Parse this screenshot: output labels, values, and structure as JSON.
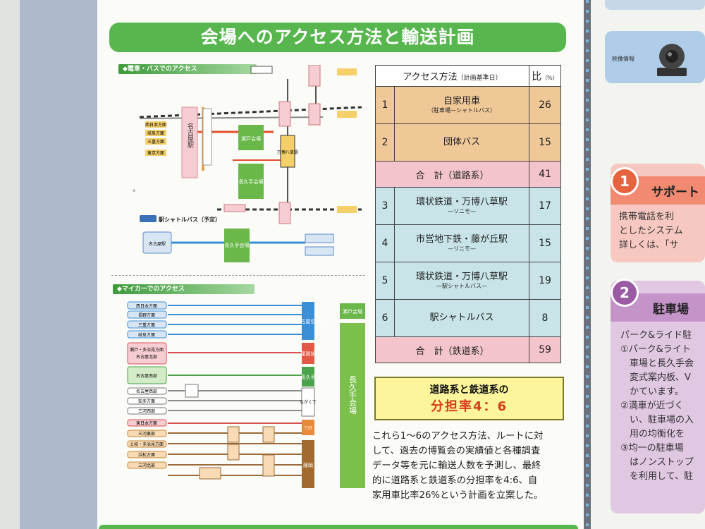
{
  "poster": {
    "title": "会場へのアクセス方法と輸送計画",
    "section_train_bus": "◆電車・バスでのアクセス",
    "section_car": "◆マイカーでのアクセス",
    "shuttle_label": "駅シャトルバス（予定）"
  },
  "table": {
    "header": {
      "method": "アクセス方法",
      "method_note": "（計画基準日）",
      "pct": "比",
      "pct_unit": "（%）"
    },
    "rows": [
      {
        "num": "1",
        "method": "自家用車",
        "sub": "（駐車場—シャトルバス）",
        "pct": "26"
      },
      {
        "num": "2",
        "method": "団体バス",
        "sub": "",
        "pct": "15"
      },
      {
        "num": "",
        "method": "合　計（道路系）",
        "sub": "",
        "pct": "41"
      },
      {
        "num": "3",
        "method": "環状鉄道・万博八草駅",
        "sub": "—リニモ—",
        "pct": "17"
      },
      {
        "num": "4",
        "method": "市営地下鉄・藤が丘駅",
        "sub": "—リニモ—",
        "pct": "15"
      },
      {
        "num": "5",
        "method": "環状鉄道・万博八草駅",
        "sub": "—駅シャトルバス—",
        "pct": "19"
      },
      {
        "num": "6",
        "method": "駅シャトルバス",
        "sub": "",
        "pct": "8"
      },
      {
        "num": "",
        "method": "合　計（鉄道系）",
        "sub": "",
        "pct": "59"
      }
    ]
  },
  "share": {
    "line1": "道路系と鉄道系の",
    "line2": "分担率4：6"
  },
  "paragraph": [
    "これら1～6のアクセス方法、ルートに対",
    "して、過去の博覧会の実績値と各種調査",
    "データ等を元に輸送人数を予測し、最終",
    "的に道路系と鉄道系の分担率を4:6、自",
    "家用車比率26%という計画を立案した。"
  ],
  "map_labels": {
    "nagoya_station": "名古屋駅",
    "seto": "瀬戸会場",
    "nagakute": "長久手会場",
    "yakusa": "万博八草駅",
    "nagakute_venue_car": "長久手会場",
    "seto_venue_car": "瀬戸会場",
    "airport": "名古屋空港",
    "owari_asahi": "尾張旭",
    "nagakute_car": "長久手",
    "nagakute_ic": "ながくて",
    "miyoshi": "三好",
    "fujioka": "藤岡",
    "route_left_1": "西日本方面",
    "route_left_2": "長野方面",
    "route_left_3": "三重方面",
    "route_left_4": "岐阜方面",
    "route_left_5": "瀬戸・多治見方面",
    "route_left_6": "名古屋北部",
    "route_left_7": "名古屋南部",
    "route_left_8": "名古屋西部",
    "route_left_9": "知多方面",
    "route_left_10": "三河西部",
    "route_left_11": "東日本方面",
    "route_left_12": "三河東部",
    "route_left_13": "土岐・多治見方面",
    "route_left_14": "浜松方面",
    "route_left_15": "三河北部",
    "train_left_1": "西日本方面",
    "train_left_2": "岐阜方面",
    "train_left_3": "三重方面",
    "train_left_4": "東京方面",
    "bus_terminal": "名古屋駅",
    "shuttle_dest": "長久手会場"
  },
  "right": {
    "camera_label": "映像情報",
    "sec1_num": "1",
    "sec1_title": "サポート",
    "sec1_lines": [
      "携帯電話を利",
      "としたシステム",
      "詳しくは、「サ"
    ],
    "sec2_num": "2",
    "sec2_title": "駐車場",
    "sec2_lines": [
      "パーク&ライド駐",
      "①パーク&ライト",
      "　車場と長久手会",
      "　変式案内板、V",
      "　かています。",
      "②満車が近づく",
      "　い、駐車場の入",
      "　用の均衡化を",
      "③均一の駐車場",
      "　はノンストップ",
      "　を利用して、駐"
    ]
  },
  "colors": {
    "green": "#57b64e",
    "road": "#f0c898",
    "rail": "#c8e4e8",
    "subtotal": "#f3c4cb",
    "share_bg": "#fcf59c",
    "share_red": "#d83b1a"
  }
}
